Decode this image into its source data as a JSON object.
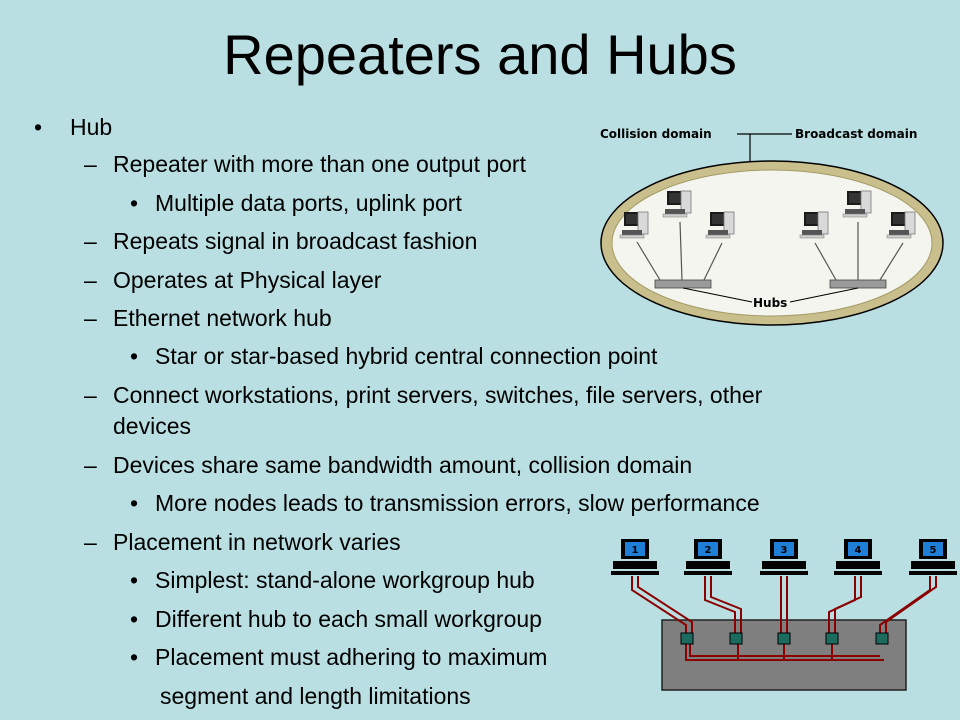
{
  "slide": {
    "title": "Repeaters and Hubs",
    "bullets": [
      {
        "level": 1,
        "marker": "•",
        "text": "Hub"
      },
      {
        "level": 2,
        "marker": "–",
        "text": "Repeater with more than one output port"
      },
      {
        "level": 3,
        "marker": "•",
        "text": "Multiple data ports, uplink port"
      },
      {
        "level": 2,
        "marker": "–",
        "text": "Repeats signal in broadcast fashion"
      },
      {
        "level": 2,
        "marker": "–",
        "text": "Operates at Physical layer"
      },
      {
        "level": 2,
        "marker": "–",
        "text": "Ethernet network hub"
      },
      {
        "level": 3,
        "marker": "•",
        "text": "Star or star-based hybrid central connection point"
      },
      {
        "level": 2,
        "marker": "–",
        "text": "Connect workstations, print servers, switches, file servers, other"
      },
      {
        "level": 2,
        "marker": "",
        "text": "devices"
      },
      {
        "level": 2,
        "marker": "–",
        "text": "Devices share same bandwidth amount, collision domain"
      },
      {
        "level": 3,
        "marker": "•",
        "text": "More nodes leads to transmission errors, slow performance"
      },
      {
        "level": 2,
        "marker": "–",
        "text": "Placement in network varies"
      },
      {
        "level": 3,
        "marker": "•",
        "text": "Simplest: stand-alone workgroup hub"
      },
      {
        "level": 3,
        "marker": "•",
        "text": "Different hub to each small workgroup"
      },
      {
        "level": 3,
        "marker": "•",
        "text": "Placement must adhering to maximum"
      },
      {
        "level": 3,
        "marker": "",
        "text": "segment and length limitations"
      }
    ]
  },
  "diagram_top": {
    "collision_label": "Collision domain",
    "broadcast_label": "Broadcast domain",
    "hubs_label": "Hubs"
  },
  "diagram_bottom": {
    "ports": [
      "1",
      "2",
      "3",
      "4",
      "5"
    ]
  },
  "colors": {
    "background": "#b9dfe2",
    "cable": "#8b0000",
    "hub_box": "#7f7f7f",
    "port": "#1c6b5f",
    "screen": "#1f7fd6",
    "ellipse_fill": "#f5f5f0",
    "ellipse_ring": "#c9bf8c"
  }
}
